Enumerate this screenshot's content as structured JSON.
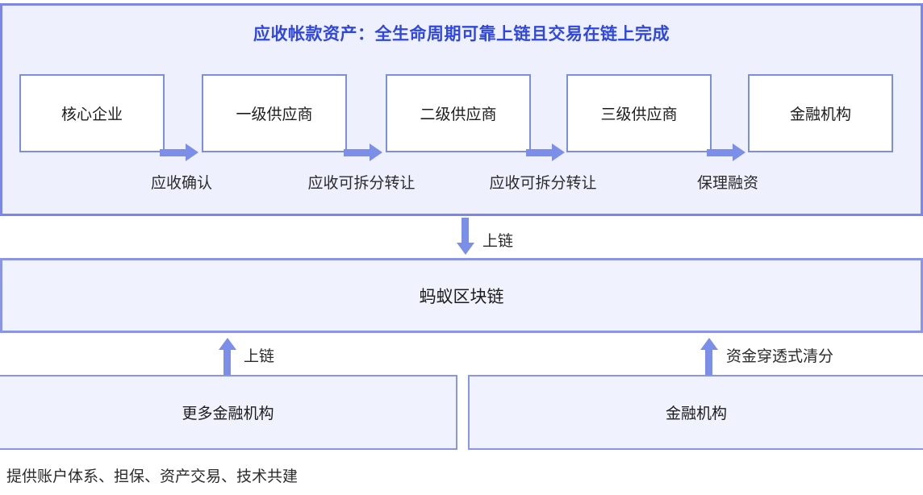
{
  "diagram": {
    "title": "应收帐款资产：全生命周期可靠上链且交易在链上完成",
    "colors": {
      "panel_border": "#7b87e8",
      "panel_fill": "#eef1fd",
      "title_text": "#2f47e0",
      "box_border": "#7b8fe0",
      "box_fill": "#ffffff",
      "arrow": "#7b8fe8",
      "chain_border": "#8b95e8",
      "chain_fill": "#f0f2fd",
      "body_text": "#1c1c1c",
      "page_background": "#ffffff"
    },
    "chain_row": {
      "actors": [
        {
          "label": "核心企业"
        },
        {
          "label": "一级供应商"
        },
        {
          "label": "二级供应商"
        },
        {
          "label": "三级供应商"
        },
        {
          "label": "金融机构"
        }
      ],
      "flows": [
        {
          "label": "应收确认"
        },
        {
          "label": "应收可拆分转让"
        },
        {
          "label": "应收可拆分转让"
        },
        {
          "label": "保理融资"
        }
      ]
    },
    "onchain_arrow": {
      "label": "上链",
      "direction": "down"
    },
    "blockchain": {
      "label": "蚂蚁区块链"
    },
    "bottom_arrows": [
      {
        "label": "上链",
        "direction": "up"
      },
      {
        "label": "资金穿透式清分",
        "direction": "up"
      }
    ],
    "institutions": [
      {
        "label": "更多金融机构"
      },
      {
        "label": "金融机构"
      }
    ],
    "footer_note": "提供账户体系、担保、资产交易、技术共建"
  }
}
